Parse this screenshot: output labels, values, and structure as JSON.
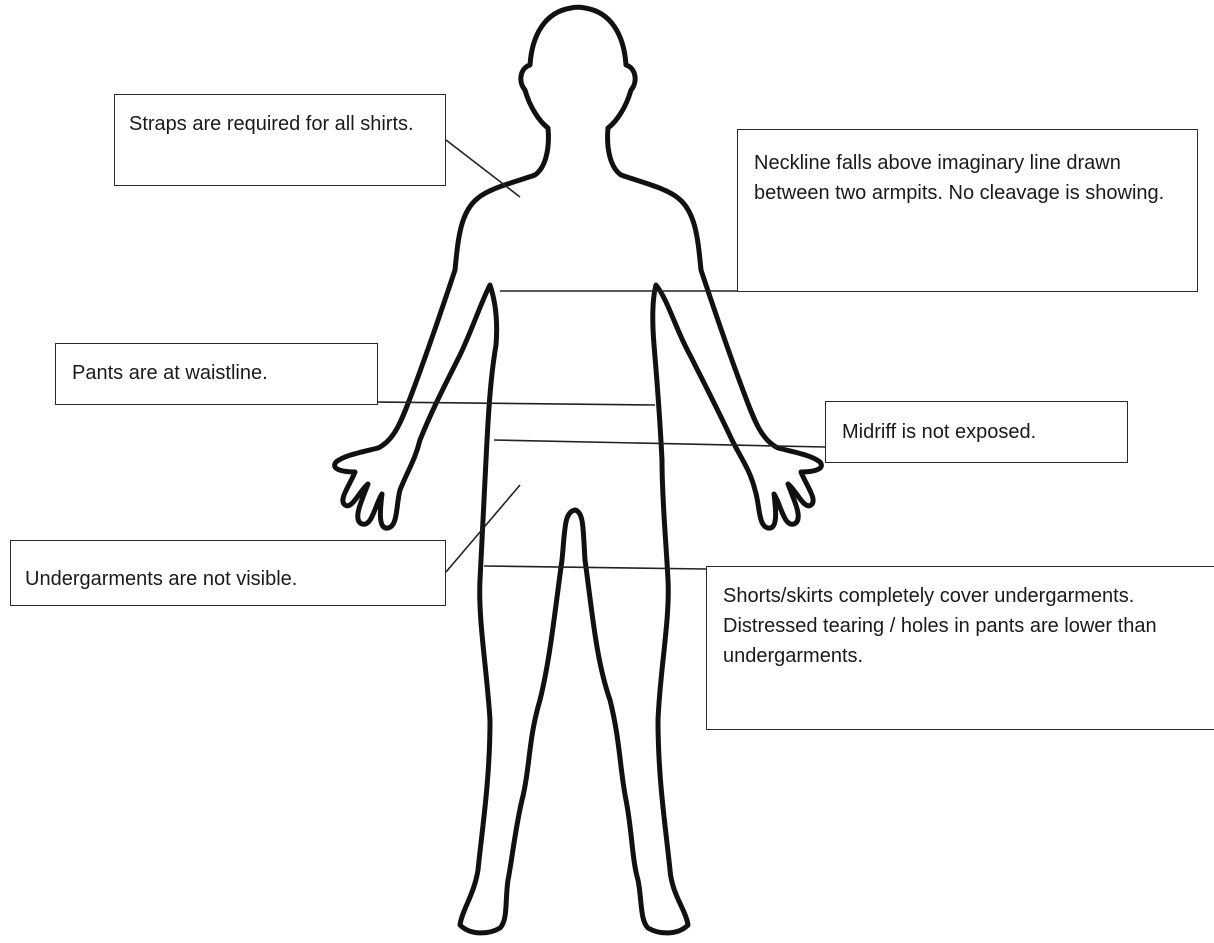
{
  "diagram": {
    "callouts": {
      "straps": "Straps are required for all shirts.",
      "neckline": "Neckline falls above imaginary line drawn between two armpits. No cleavage is showing.",
      "pants": "Pants are at waistline.",
      "midriff": "Midriff is not exposed.",
      "undergarments": "Undergarments are not visible.",
      "shorts": "Shorts/skirts completely cover undergarments. Distressed tearing / holes in pants are lower than undergarments."
    },
    "colors": {
      "outline": "#111111",
      "leader_line": "#222222",
      "box_border": "#2a2a2a",
      "text": "#1a1a1a",
      "background": "#ffffff"
    }
  }
}
